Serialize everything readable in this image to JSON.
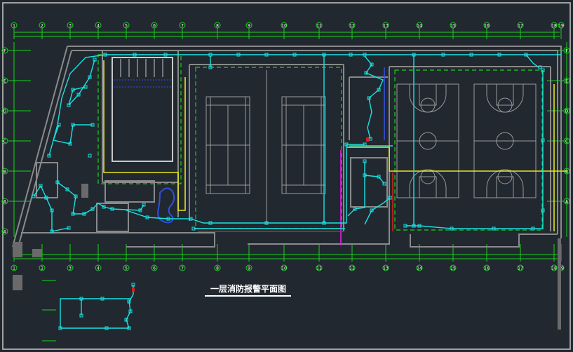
{
  "drawing": {
    "title": "一层消防报警平面图",
    "axis_top": [
      "1",
      "2",
      "3",
      "4",
      "5",
      "6",
      "7",
      "8",
      "9",
      "10",
      "11",
      "12",
      "13",
      "14",
      "15",
      "16",
      "17",
      "18",
      "19"
    ],
    "axis_left": [
      "F",
      "E",
      "D",
      "C",
      "B",
      "A"
    ]
  },
  "colors": {
    "background": "#212830",
    "frame": "#c9c9c9",
    "wall": "#8a8a8a",
    "dimension": "#18d418",
    "fire_alarm": "#19e3e3",
    "yellow": "#e6e61e",
    "magenta": "#e61ee6",
    "red": "#d42020",
    "blue": "#3050e0",
    "court": "#9a9a9a",
    "text": "#ffffff"
  },
  "icons": [
    "smoke-detector-icon",
    "manual-alarm-button-icon",
    "axis-bubble-icon",
    "basketball-court-icon",
    "badminton-court-icon",
    "swimming-pool-icon"
  ]
}
